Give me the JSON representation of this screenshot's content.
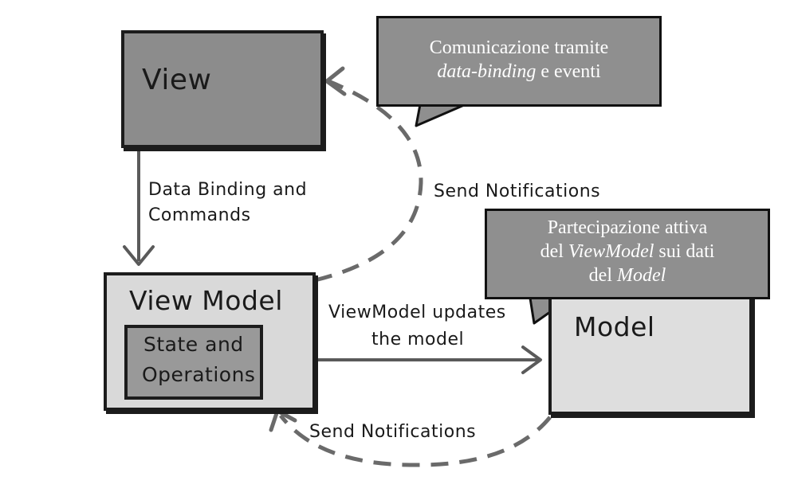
{
  "view": {
    "label": "View"
  },
  "view_model": {
    "label": "View Model",
    "inner_line1": "State and",
    "inner_line2": "Operations"
  },
  "model": {
    "label": "Model"
  },
  "edges": {
    "data_binding_line1": "Data Binding and",
    "data_binding_line2": "Commands",
    "send_notifications_top": "Send Notifications",
    "vm_updates_line1": "ViewModel updates",
    "vm_updates_line2": "the model",
    "send_notifications_bottom": "Send Notifications"
  },
  "callouts": {
    "top": {
      "line1": "Comunicazione tramite",
      "line2_em": "data-binding",
      "line2_rest": " e eventi"
    },
    "right": {
      "line1": "Partecipazione attiva",
      "line2_prefix": "del ",
      "line2_em": "ViewModel",
      "line2_suffix": " sui dati",
      "line3_prefix": "del ",
      "line3_em": "Model"
    }
  },
  "colors": {
    "view_fill": "#8c8c8c",
    "viewmodel_fill": "#d9d9d9",
    "state_fill": "#999999",
    "model_fill": "#dedede",
    "callout_fill": "#8f8f8f",
    "stroke": "#1c1c1c"
  }
}
